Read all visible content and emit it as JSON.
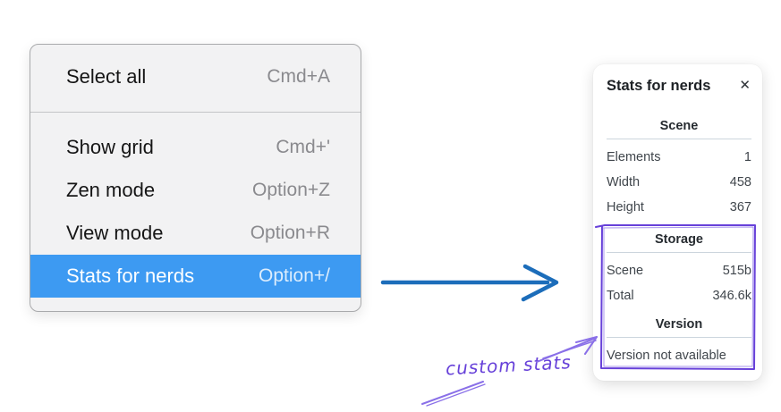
{
  "menu": {
    "items": [
      {
        "label": "Select all",
        "shortcut": "Cmd+A",
        "highlighted": false
      },
      {
        "label": "Show grid",
        "shortcut": "Cmd+'",
        "highlighted": false
      },
      {
        "label": "Zen mode",
        "shortcut": "Option+Z",
        "highlighted": false
      },
      {
        "label": "View mode",
        "shortcut": "Option+R",
        "highlighted": false
      },
      {
        "label": "Stats for nerds",
        "shortcut": "Option+/",
        "highlighted": true
      }
    ]
  },
  "stats_panel": {
    "title": "Stats for nerds",
    "close_glyph": "✕",
    "sections": [
      {
        "heading": "Scene",
        "rows": [
          {
            "label": "Elements",
            "value": "1"
          },
          {
            "label": "Width",
            "value": "458"
          },
          {
            "label": "Height",
            "value": "367"
          }
        ]
      },
      {
        "heading": "Storage",
        "rows": [
          {
            "label": "Scene",
            "value": "515b"
          },
          {
            "label": "Total",
            "value": "346.6k"
          }
        ]
      },
      {
        "heading": "Version",
        "note": "Version not available"
      }
    ]
  },
  "annotation": {
    "label": "custom stats"
  },
  "colors": {
    "menu_highlight": "#3d9af2",
    "arrow": "#1c6dba",
    "annotation": "#6741d9"
  }
}
